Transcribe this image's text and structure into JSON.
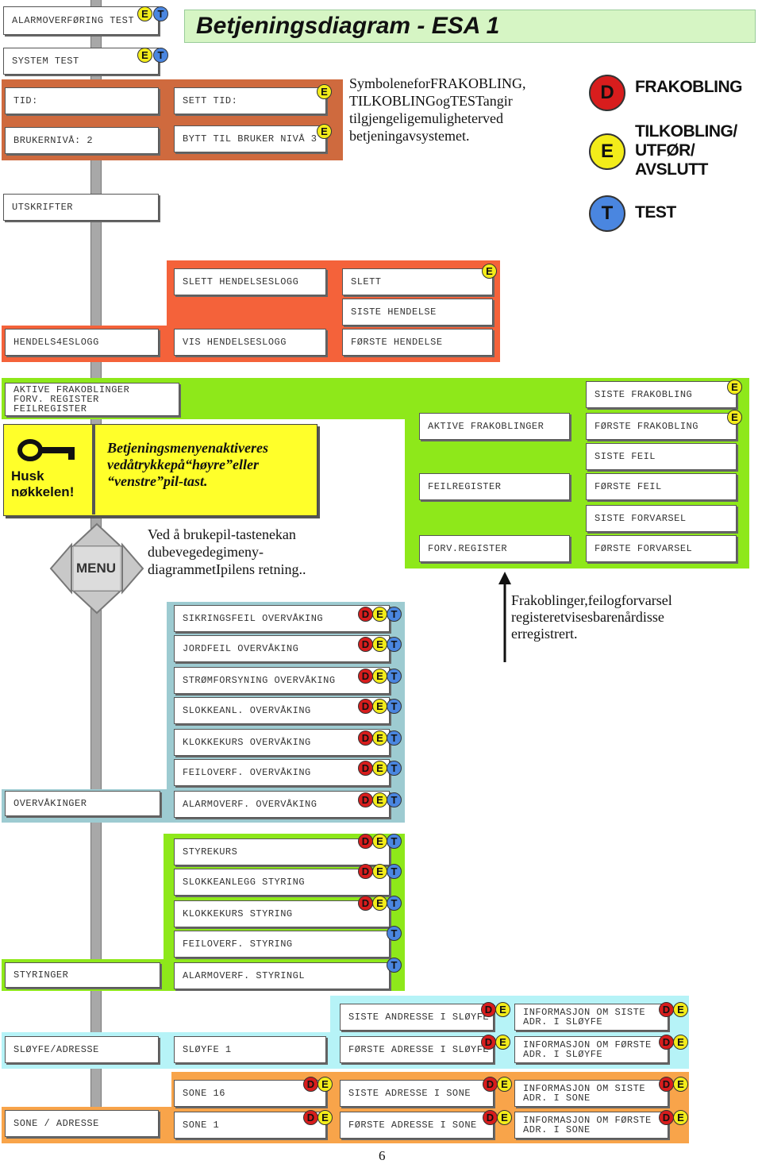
{
  "title": "Betjeningsdiagram - ESA 1",
  "page_number": "6",
  "legend": {
    "intro": "SymboleneforFRAKOBLING, TILKOBLINGogTESTangir tilgjengeligemuligheterved betjeningavsystemet.",
    "items": [
      {
        "symbol": "D",
        "label": "FRAKOBLING"
      },
      {
        "symbol": "E",
        "label": "TILKOBLING/ UTFØR/ AVSLUTT"
      },
      {
        "symbol": "T",
        "label": "TEST"
      }
    ]
  },
  "colors": {
    "orange": "#f4623a",
    "brown_orange": "#cf6a3e",
    "green": "#8ee81a",
    "teal": "#9dcbd1",
    "cyan": "#b6f3f7",
    "light_orange": "#f8a44a",
    "yellow": "#ffff2a",
    "title_bg": "#d6f5c4"
  },
  "top": {
    "alarm_test": "ALARMOVERFØRING TEST",
    "system_test": "SYSTEM TEST",
    "tid": "TID:",
    "sett_tid": "SETT TID:",
    "brukerniva": "BRUKERNIVÅ: 2",
    "bytt_bruker": "BYTT TIL BRUKER NIVÅ 3",
    "utskrifter": "UTSKRIFTER"
  },
  "log": {
    "slett_hendelseslogg": "SLETT HENDELSESLOGG",
    "slett": "SLETT",
    "siste_hendelse": "SISTE HENDELSE",
    "hendelseslogg": "HENDELS4ESLOGG",
    "vis_hendelseslogg": "VIS HENDELSESLOGG",
    "forste_hendelse": "FØRSTE HENDELSE"
  },
  "active": {
    "main_lines": [
      "AKTIVE FRAKOBLINGER",
      "FORV. REGISTER",
      "FEILREGISTER"
    ],
    "aktive_frakoblinger": "AKTIVE FRAKOBLINGER",
    "feilregister": "FEILREGISTER",
    "forv_register": "FORV.REGISTER",
    "siste_frakobling": "SISTE FRAKOBLING",
    "forste_frakobling": "FØRSTE FRAKOBLING",
    "siste_feil": "SISTE FEIL",
    "forste_feil": "FØRSTE FEIL",
    "siste_forvarsel": "SISTE FORVARSEL",
    "forste_forvarsel": "FØRSTE FORVARSEL"
  },
  "key_note": {
    "husk": "Husk nøkkelen!",
    "text": "Betjeningsmenyenaktiveres vedåtrykkepå“høyre”eller “venstre”pil-tast."
  },
  "menu": {
    "label": "MENU",
    "text": "Ved å brukepil-tastenekan dubevegedegimeny- diagrammetIpilens retning.."
  },
  "register_note": "Frakoblinger,feilogforvarsel registeretvisesbarenårdisse erregistrert.",
  "overvaking": {
    "main": "OVERVÅKINGER",
    "items": [
      "SIKRINGSFEIL OVERVÅKING",
      "JORDFEIL OVERVÅKING",
      "STRØMFORSYNING OVERVÅKING",
      "SLOKKEANL. OVERVÅKING",
      "KLOKKEKURS OVERVÅKING",
      "FEILOVERF. OVERVÅKING",
      "ALARMOVERF. OVERVÅKING"
    ]
  },
  "styringer": {
    "main": "STYRINGER",
    "items": [
      "STYREKURS",
      "SLOKKEANLEGG STYRING",
      "KLOKKEKURS STYRING",
      "FEILOVERF. STYRING",
      "ALARMOVERF. STYRINGL"
    ]
  },
  "sloyfe": {
    "main": "SLØYFE/ADRESSE",
    "sloyfe1": "SLØYFE 1",
    "siste_adresse": "SISTE ANDRESSE I SLØYFE",
    "forste_adresse": "FØRSTE ADRESSE I SLØYFE",
    "info_siste": "INFORMASJON OM SISTE ADR. I SLØYFE",
    "info_forste": "INFORMASJON OM FØRSTE ADR. I SLØYFE"
  },
  "sone": {
    "main": "SONE / ADRESSE",
    "sone16": "SONE 16",
    "sone1": "SONE 1",
    "siste_adresse": "SISTE ADRESSE I SONE",
    "forste_adresse": "FØRSTE ADRESSE I SONE",
    "info_siste": "INFORMASJON OM SISTE ADR. I SONE",
    "info_forste": "INFORMASJON OM FØRSTE ADR. I SONE"
  },
  "badge_letters": {
    "D": "D",
    "E": "E",
    "T": "T"
  }
}
